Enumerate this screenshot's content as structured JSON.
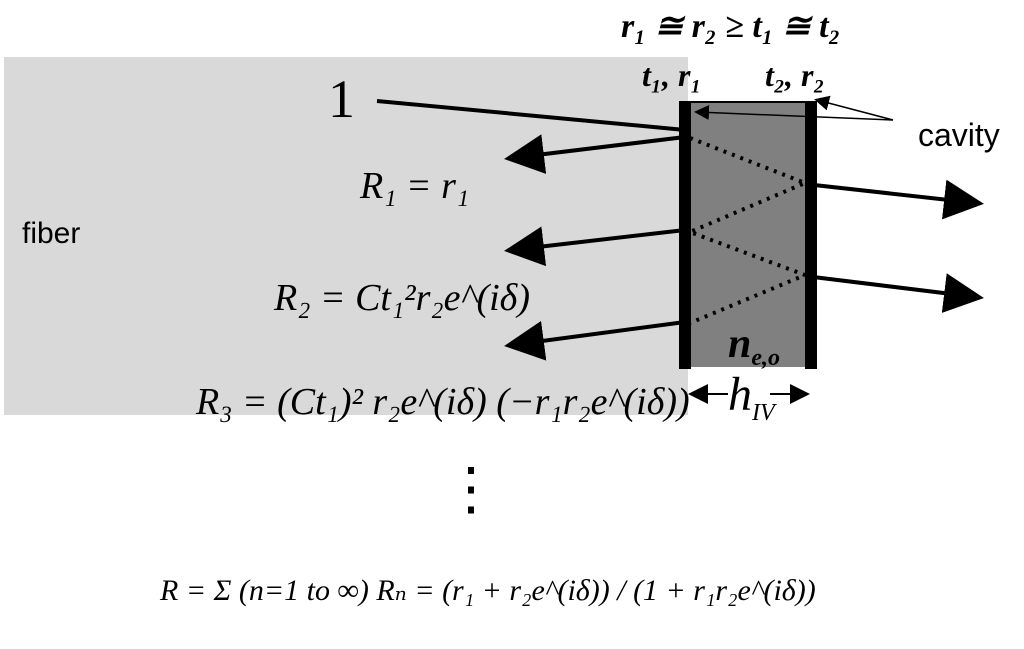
{
  "labels": {
    "condition": "r₁ ≅ r₂ ≥ t₁ ≅ t₂",
    "mirror1": "t₁, r₁",
    "mirror2": "t₂, r₂",
    "incident": "1",
    "cavity": "cavity",
    "fiber": "fiber",
    "index": "n",
    "index_sub": "e,o",
    "thickness": "h",
    "thickness_sub": "IV"
  },
  "equations": {
    "R1": "R₁ = r₁",
    "R2": "R₂ = Ct₁²r₂e^(iδ)",
    "R3": "R₃ = (Ct₁)² r₂e^(iδ) (−r₁r₂e^(iδ))",
    "dots": "⋮",
    "sum": "R = Σ (n=1 to ∞) Rₙ = (r₁ + r₂e^(iδ)) / (1 + r₁r₂e^(iδ))"
  },
  "colors": {
    "fiber": "#d9d9d9",
    "cavity": "#808080",
    "mirror": "#000000",
    "line": "#000000"
  }
}
